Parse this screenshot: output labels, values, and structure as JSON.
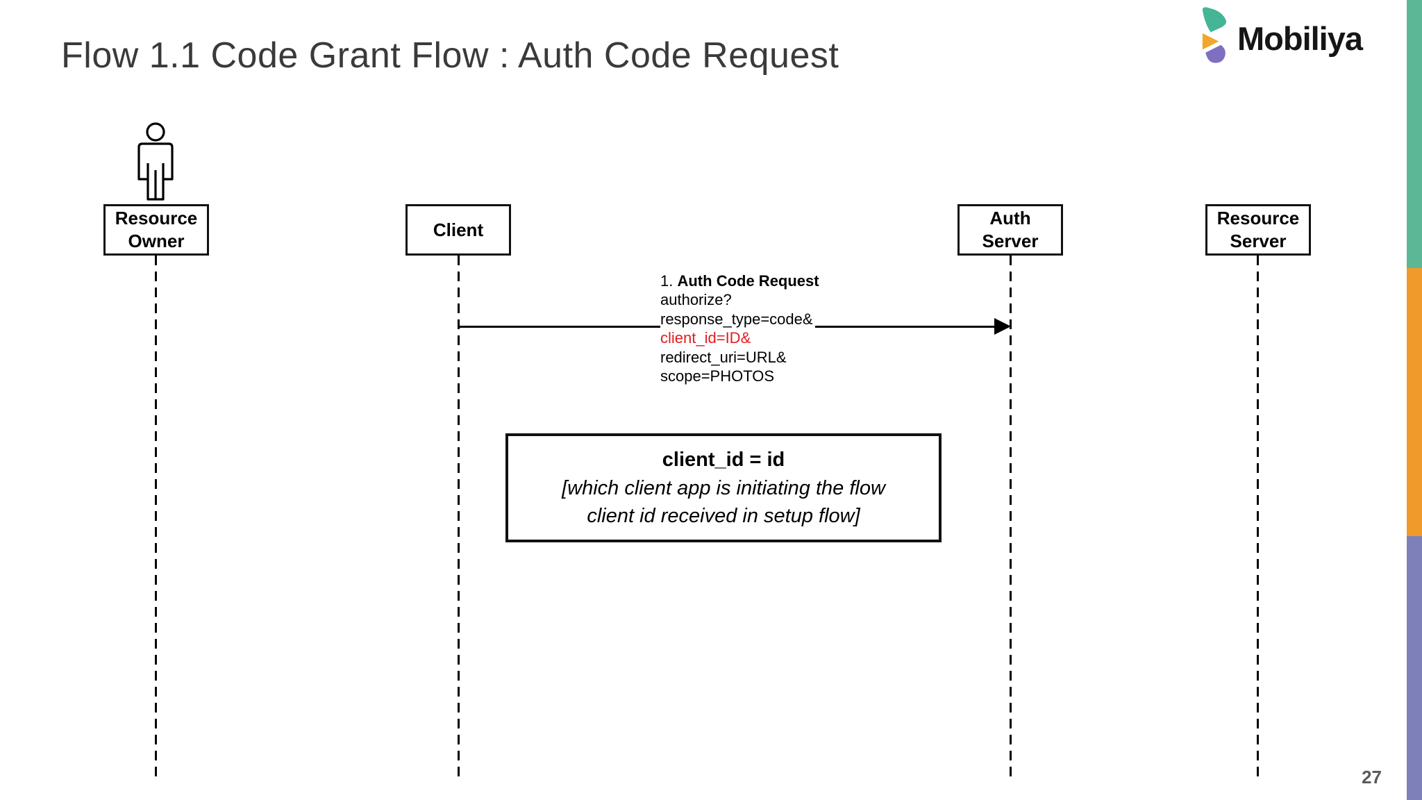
{
  "slide": {
    "title": "Flow 1.1 Code Grant Flow : Auth Code Request",
    "page_number": "27"
  },
  "logo": {
    "text": "Mobiliya"
  },
  "diagram": {
    "actors": [
      {
        "id": "resource-owner",
        "line1": "Resource",
        "line2": "Owner"
      },
      {
        "id": "client",
        "line1": "Client"
      },
      {
        "id": "auth-server",
        "line1": "Auth",
        "line2": "Server"
      },
      {
        "id": "resource-server",
        "line1": "Resource",
        "line2": "Server"
      }
    ],
    "message": {
      "from": "Client",
      "to": "Auth Server",
      "prefix": "1.",
      "name": "Auth Code Request",
      "params_above": [
        "authorize?",
        "response_type=code&"
      ],
      "highlighted_param": "client_id=ID&",
      "params_below": [
        "redirect_uri=URL&",
        "scope=PHOTOS"
      ]
    },
    "note": {
      "title": "client_id = id",
      "line1": "[which client app is initiating the flow",
      "line2": "client id received in setup flow]"
    }
  },
  "colors": {
    "title_text": "#3a3a3a",
    "highlight_red": "#e41b1e",
    "edge_bar_teal": "#5bb795",
    "edge_bar_orange": "#f09a2b",
    "edge_bar_purple": "#7d80b9",
    "logo_teal": "#45b598",
    "logo_orange": "#f0a72a",
    "logo_purple": "#7f6fc0",
    "page_number_gray": "#595959"
  }
}
